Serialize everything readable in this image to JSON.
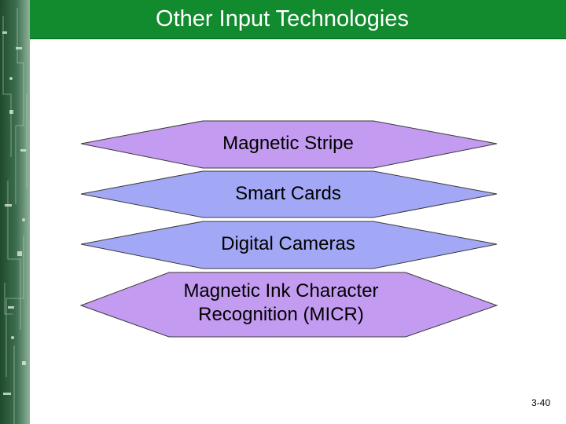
{
  "slide": {
    "title": "Other Input Technologies",
    "items": [
      {
        "label": "Magnetic Stripe",
        "color": "#c39bf0"
      },
      {
        "label": "Smart Cards",
        "color": "#a3a8f6"
      },
      {
        "label": "Digital Cameras",
        "color": "#a3a8f6"
      },
      {
        "label": "Magnetic Ink Character\nRecognition (MICR)",
        "color": "#c39bf0"
      }
    ],
    "slide_number": "3-40"
  },
  "theme": {
    "title_bar_color": "#128a2e",
    "outline_color": "#3a3a3a",
    "sidebar_color": "#2e5e3e"
  }
}
